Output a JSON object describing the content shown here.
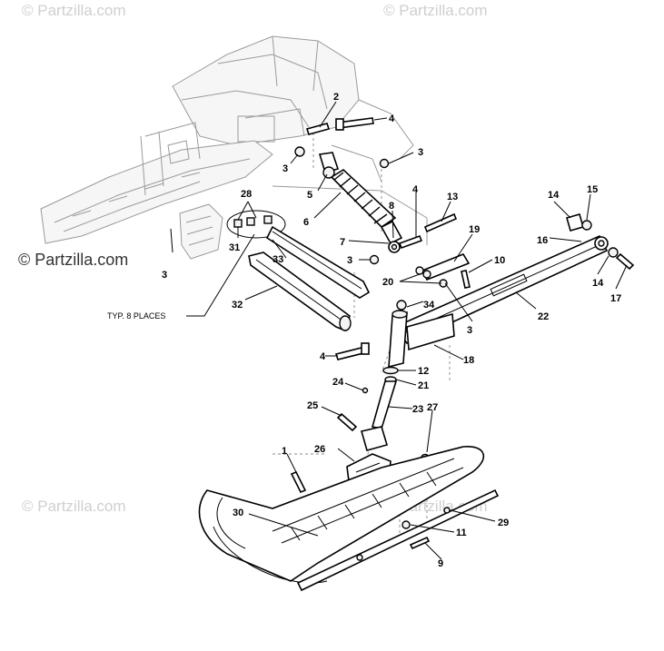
{
  "watermarks": {
    "top_left": "© Partzilla.com",
    "top_right": "© Partzilla.com",
    "middle_left": "© Partzilla.com",
    "bottom_left": "© Partzilla.com",
    "bottom_right": "© Partzilla.com"
  },
  "note": "TYP. 8 PLACES",
  "callouts": {
    "c1": "1",
    "c2": "2",
    "c3a": "3",
    "c3b": "3",
    "c3c": "3",
    "c3d": "3",
    "c3e": "3",
    "c4a": "4",
    "c4b": "4",
    "c4c": "4",
    "c5": "5",
    "c6": "6",
    "c7": "7",
    "c8": "8",
    "c9": "9",
    "c10": "10",
    "c11": "11",
    "c12": "12",
    "c13": "13",
    "c14a": "14",
    "c14b": "14",
    "c15": "15",
    "c16": "16",
    "c17": "17",
    "c18": "18",
    "c19": "19",
    "c20": "20",
    "c21": "21",
    "c22": "22",
    "c23": "23",
    "c24": "24",
    "c25": "25",
    "c26": "26",
    "c27": "27",
    "c28": "28",
    "c29": "29",
    "c30": "30",
    "c31": "31",
    "c32": "32",
    "c33": "33",
    "c34": "34"
  }
}
